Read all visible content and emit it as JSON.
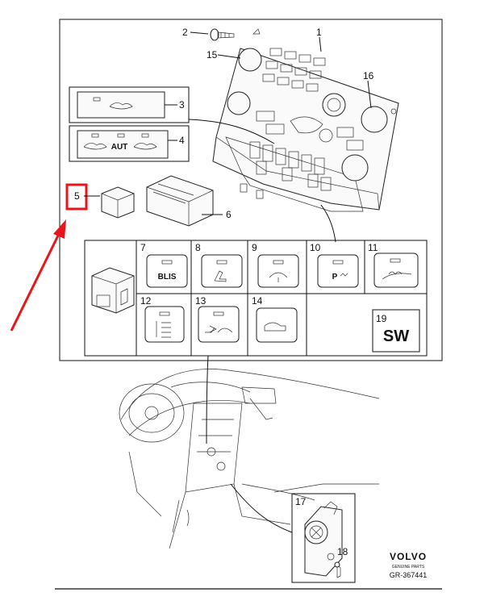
{
  "diagram": {
    "callouts": [
      "1",
      "2",
      "3",
      "4",
      "5",
      "6",
      "7",
      "8",
      "9",
      "10",
      "11",
      "12",
      "13",
      "14",
      "15",
      "16",
      "17",
      "18",
      "19"
    ],
    "buttons": {
      "b7": "BLIS",
      "b10": "P",
      "b13": "",
      "sw": "SW",
      "aut": "AUT"
    },
    "brand": "VOLVO",
    "brand_sub": "GENUINE PARTS",
    "reference": "GR-367441",
    "colors": {
      "highlight": "#e8161b",
      "line": "#111111"
    }
  }
}
